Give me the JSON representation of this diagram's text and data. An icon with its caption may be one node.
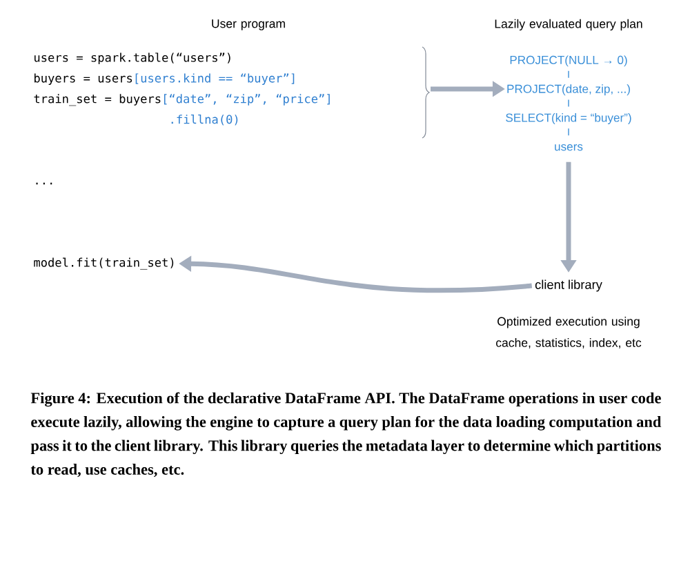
{
  "diagram": {
    "caption": "Figure 4: Execution of the declarative DataFrame API. The DataFrame operations in user code execute lazily, allowing the engine to capture a query plan for the data loading computation and pass it to the client library. This library queries the metadata layer to determine which partitions to read, use caches, etc.",
    "nodes": [
      {
        "text": [
          "users = spark.table(“users”)",
          "buyers = users",
          "[users.kind == “buyer”]",
          "train_set = buyers",
          "[“date”, “zip”, “price”]",
          ".fillna(0)"
        ],
        "beside": [
          "User program"
        ]
      },
      {
        "text": [
          "PROJECT(NULL → 0)",
          "PROJECT(date, zip, ...)",
          "SELECT(kind = “buyer”)",
          "users"
        ],
        "beside": [
          "Lazily evaluated query plan"
        ]
      },
      {
        "text": [
          "client library"
        ],
        "beside": [
          "Optimized execution using cache, statistics, index, etc"
        ]
      },
      {
        "text": [
          "model.fit(train_set)"
        ]
      }
    ],
    "edges": [
      {
        "from": 0,
        "to": 1,
        "arrow": "to"
      },
      {
        "from": 1,
        "to": 2,
        "arrow": "to"
      },
      {
        "from": 2,
        "to": 3,
        "arrow": "to"
      }
    ],
    "labels": [
      "..."
    ]
  }
}
